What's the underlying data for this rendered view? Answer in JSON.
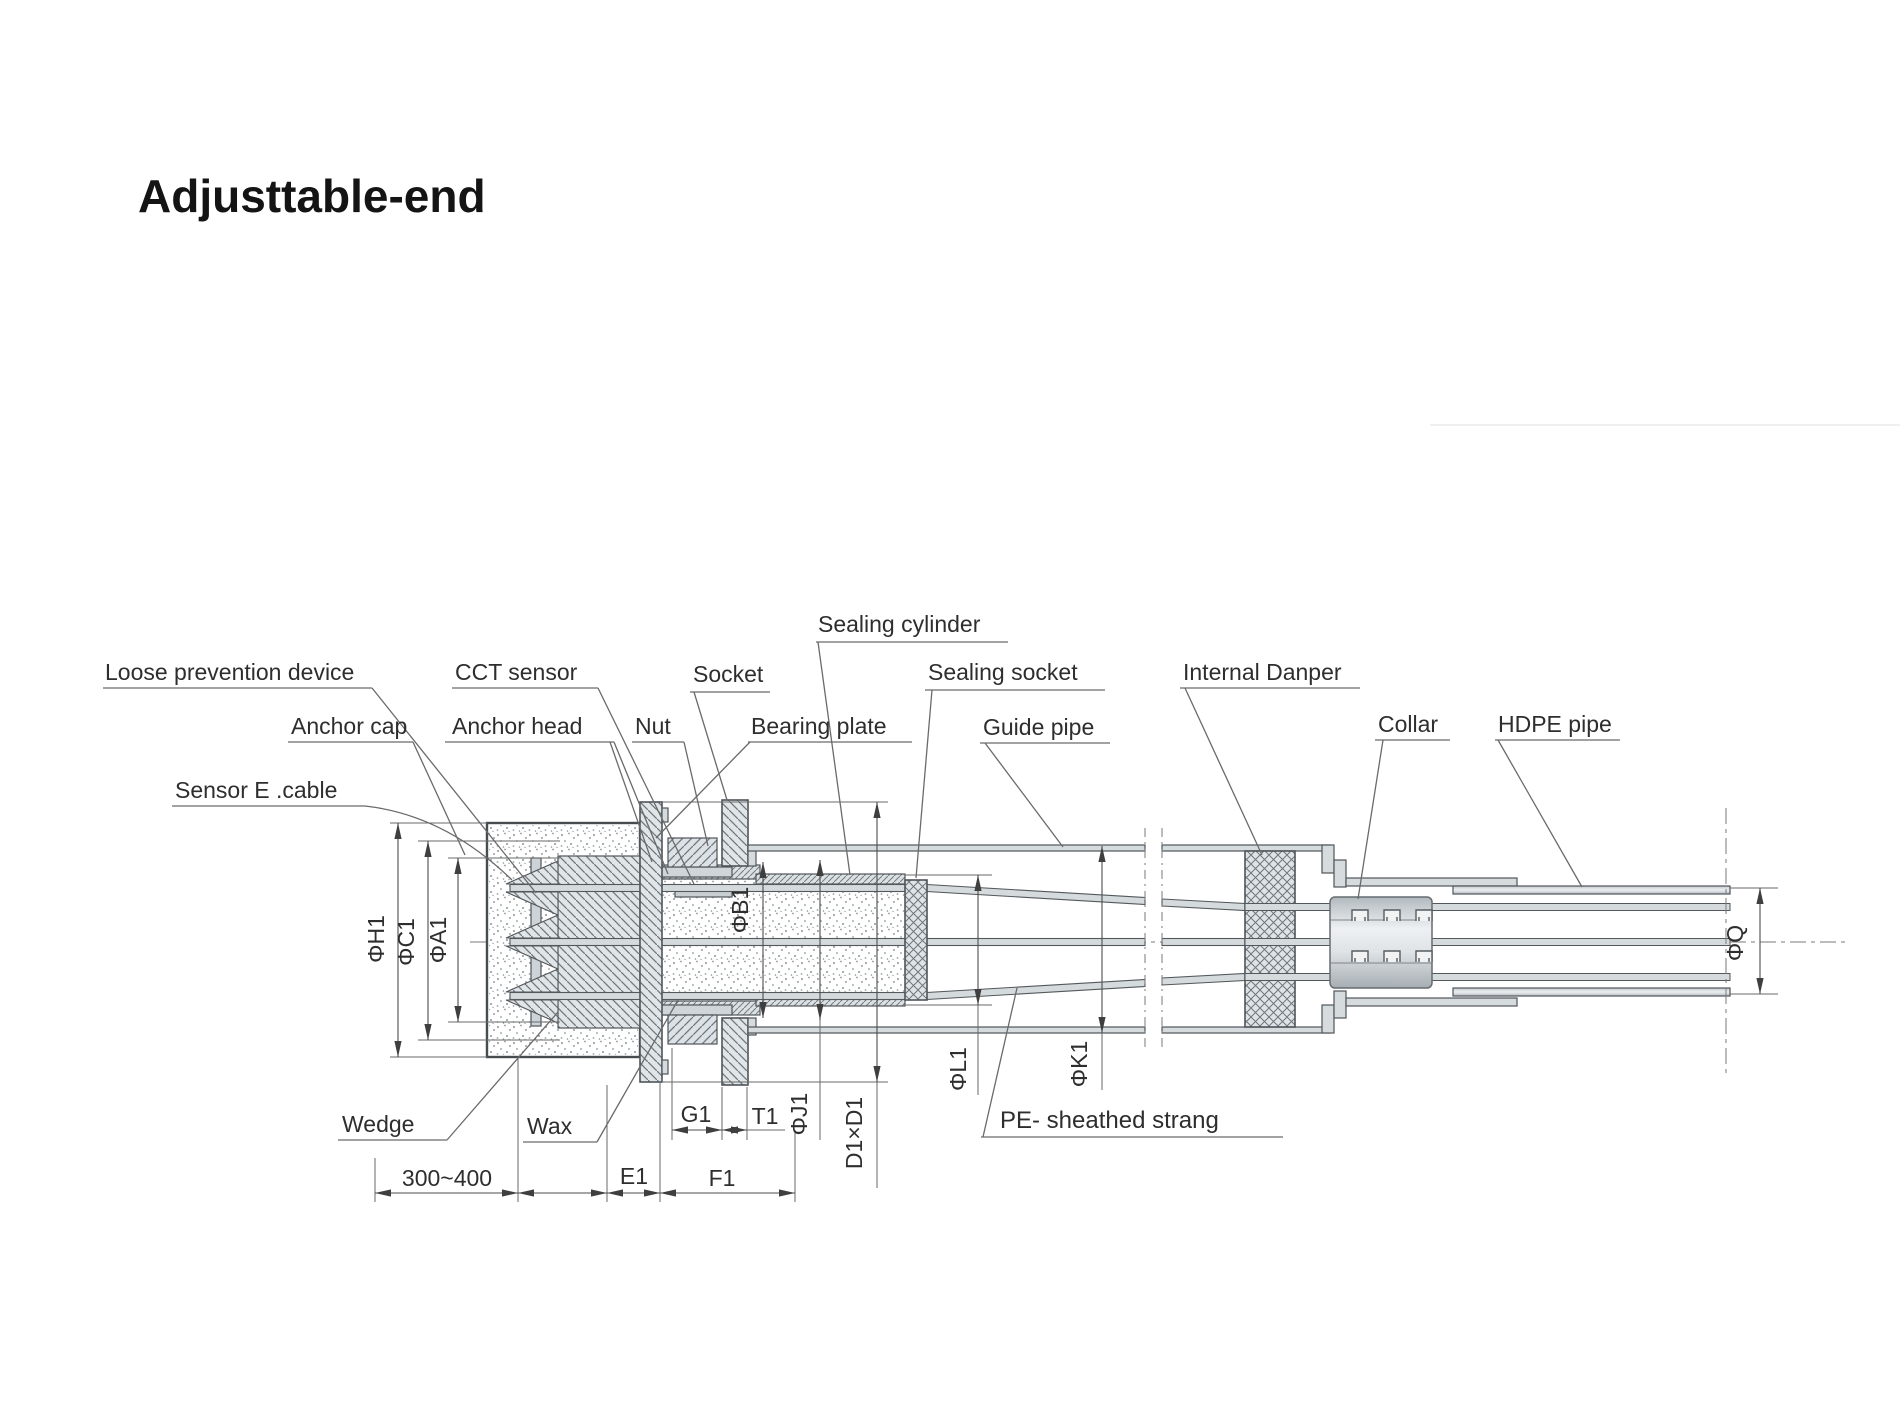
{
  "title": "Adjusttable-end",
  "diagram": {
    "part_labels": {
      "sealing_cylinder": "Sealing cylinder",
      "loose_prevention_device": "Loose prevention device",
      "cct_sensor": "CCT sensor",
      "socket": "Socket",
      "sealing_socket": "Sealing socket",
      "internal_danper": "Internal Danper",
      "anchor_cap": "Anchor cap",
      "anchor_head": "Anchor head",
      "nut": "Nut",
      "bearing_plate": "Bearing plate",
      "guide_pipe": "Guide pipe",
      "collar": "Collar",
      "hdpe_pipe": "HDPE pipe",
      "sensor_e_cable": "Sensor E .cable",
      "wedge": "Wedge",
      "wax": "Wax",
      "pe_sheathed_strang": "PE- sheathed strang"
    },
    "dimension_labels": {
      "phi_h1": "ΦH1",
      "phi_c1": "ΦC1",
      "phi_a1": "ΦA1",
      "phi_b1": "ΦB1",
      "phi_j1": "ΦJ1",
      "d1xd1": "D1×D1",
      "phi_l1": "ΦL1",
      "phi_k1": "ΦK1",
      "phi_q": "ΦQ",
      "g1": "G1",
      "t1": "T1",
      "e1": "E1",
      "f1": "F1",
      "range_300_400": "300~400"
    },
    "line_color": "#4d4d4d",
    "hatch_color": "#70777d",
    "metal_light": "#eef1f3",
    "metal_dark": "#aab1b6"
  }
}
